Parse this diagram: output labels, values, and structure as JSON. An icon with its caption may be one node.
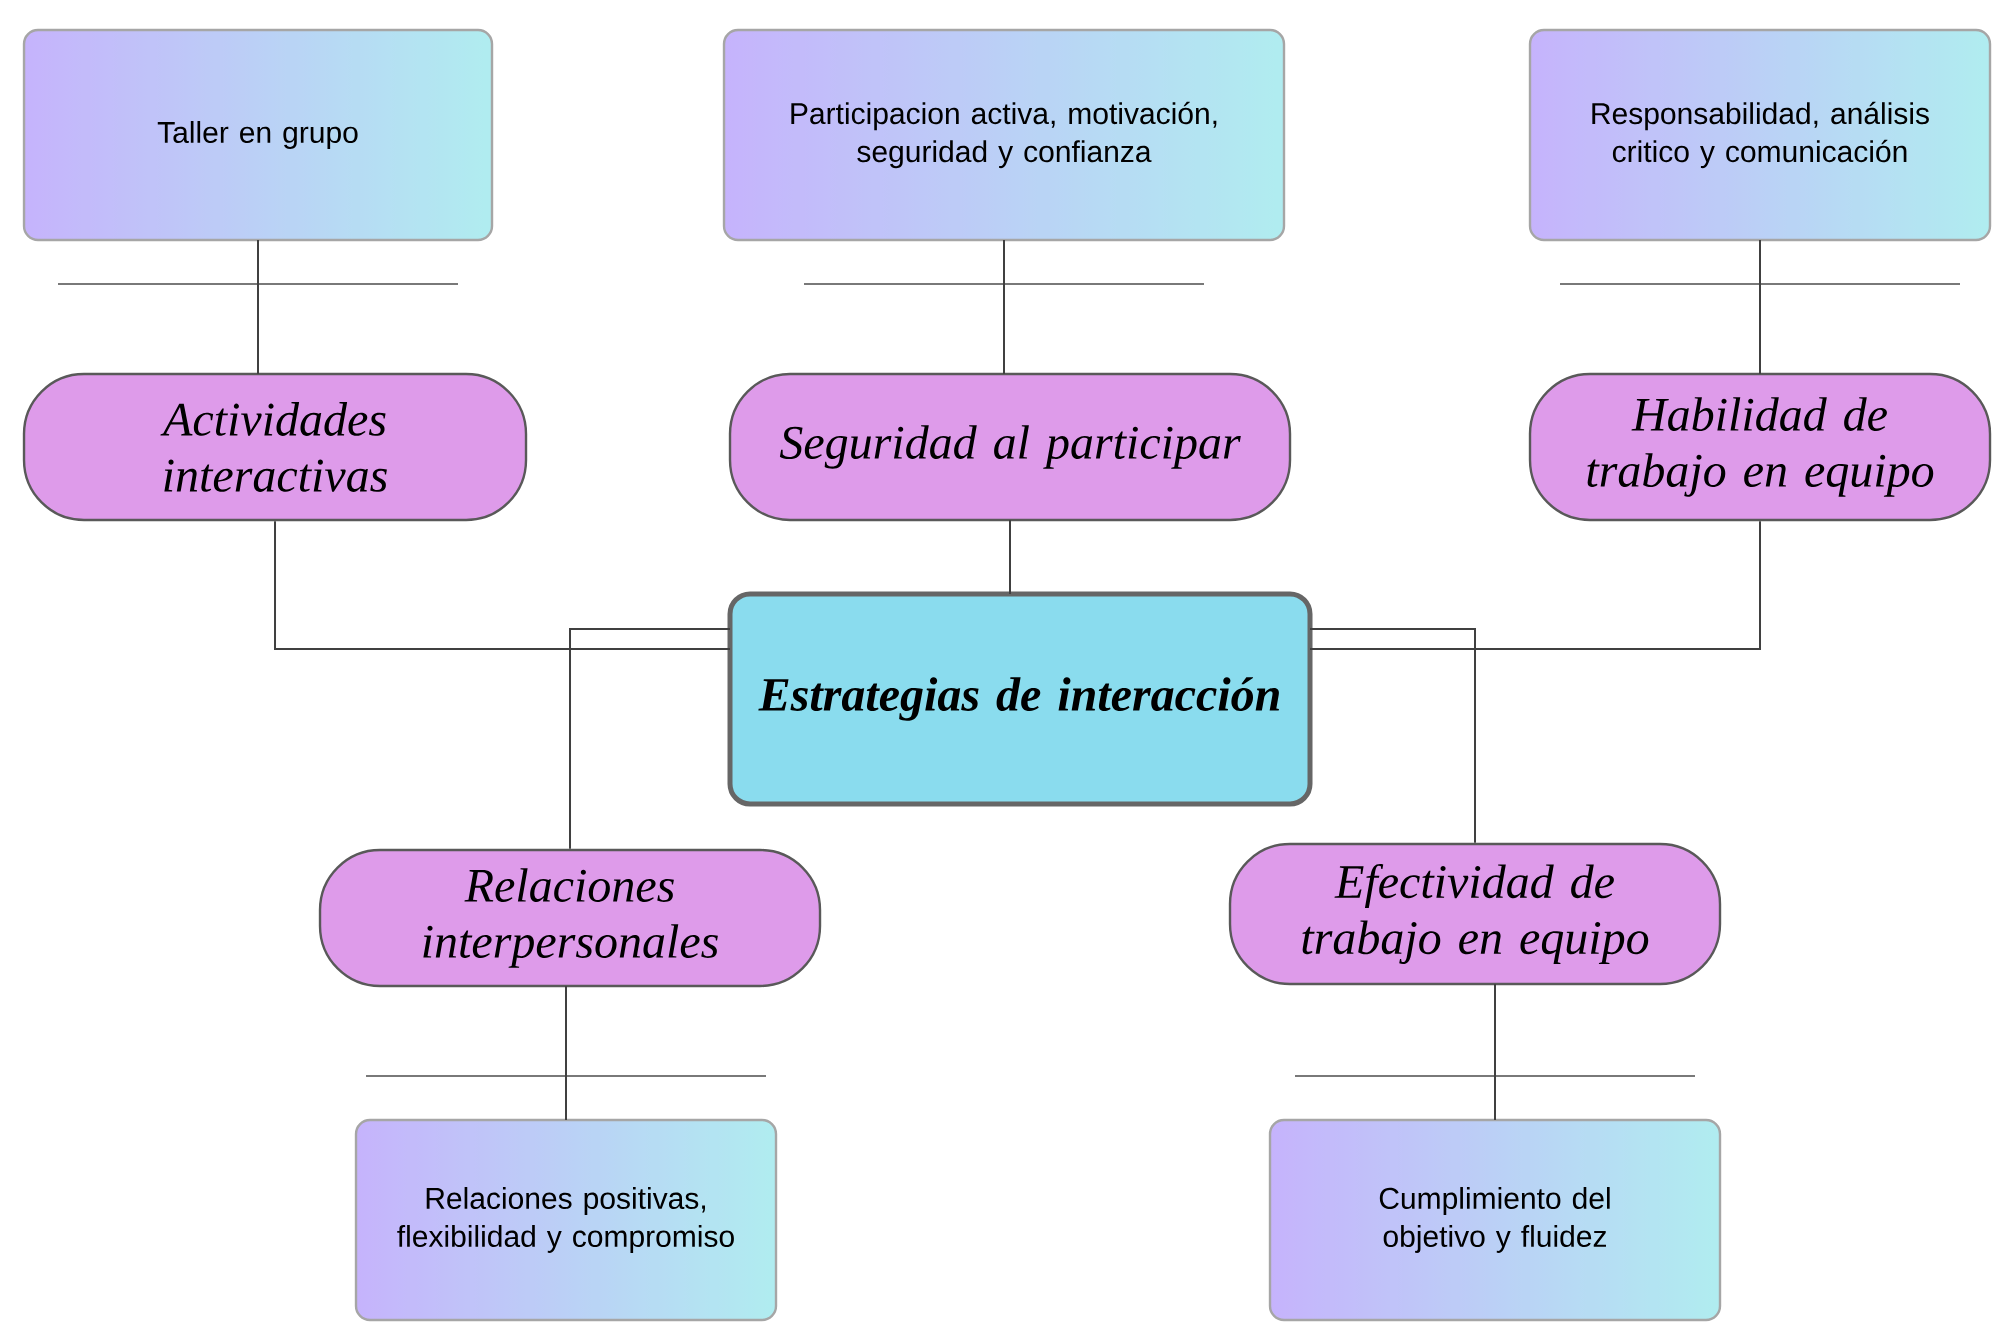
{
  "diagram": {
    "nodes": [
      {
        "text": [
          "Estrategias de interacción"
        ]
      },
      {
        "text": [
          "Actividades interactivas"
        ]
      },
      {
        "text": [
          "Seguridad al participar"
        ]
      },
      {
        "text": [
          "Habilidad de trabajo en equipo"
        ]
      },
      {
        "text": [
          "Relaciones interpersonales"
        ]
      },
      {
        "text": [
          "Efectividad de trabajo en equipo"
        ]
      },
      {
        "text": [
          "Taller en grupo"
        ]
      },
      {
        "text": [
          "Participacion activa, motivación, seguridad y confianza"
        ]
      },
      {
        "text": [
          "Responsabilidad, análisis critico y comunicación"
        ]
      },
      {
        "text": [
          "Relaciones positivas, flexibilidad y compromiso"
        ]
      },
      {
        "text": [
          "Cumplimiento del objetivo y fluidez"
        ]
      }
    ],
    "edges": [
      {
        "from": 0,
        "to": 1,
        "arrow": "none"
      },
      {
        "from": 0,
        "to": 2,
        "arrow": "none"
      },
      {
        "from": 0,
        "to": 3,
        "arrow": "none"
      },
      {
        "from": 0,
        "to": 4,
        "arrow": "none"
      },
      {
        "from": 0,
        "to": 5,
        "arrow": "none"
      },
      {
        "from": 1,
        "to": 6,
        "arrow": "none"
      },
      {
        "from": 2,
        "to": 7,
        "arrow": "none"
      },
      {
        "from": 3,
        "to": 8,
        "arrow": "none"
      },
      {
        "from": 4,
        "to": 9,
        "arrow": "none"
      },
      {
        "from": 5,
        "to": 10,
        "arrow": "none"
      }
    ]
  }
}
